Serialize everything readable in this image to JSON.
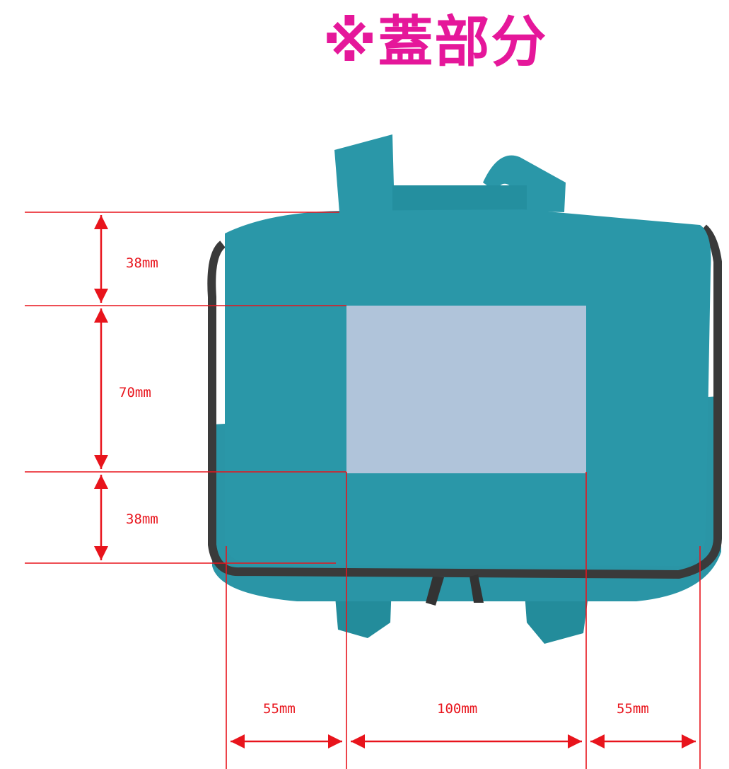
{
  "title": "※蓋部分",
  "colors": {
    "title": "#e5179a",
    "dimension_line": "#e8141c",
    "bag_body": "#2a97a8",
    "bag_shadow": "#1f7d8c",
    "zipper": "#3a3a3a",
    "print_area": "#b0c4da"
  },
  "dimensions": {
    "vertical": [
      "38mm",
      "70mm",
      "38mm"
    ],
    "horizontal": [
      "55mm",
      "100mm",
      "55mm"
    ]
  }
}
